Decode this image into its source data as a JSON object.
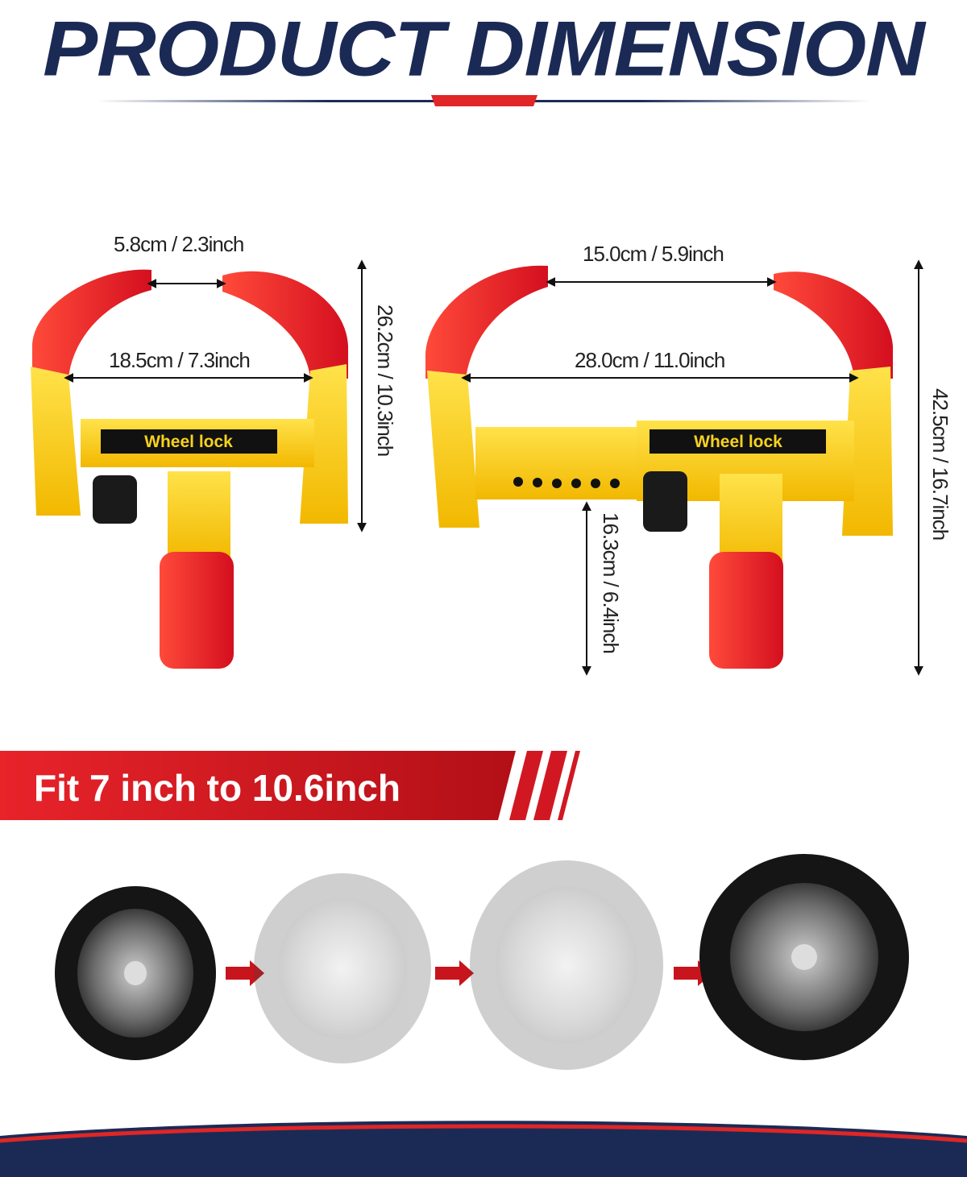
{
  "header": {
    "title": "PRODUCT DIMENSION"
  },
  "small_lock": {
    "label": "Wheel lock",
    "gap": "5.8cm / 2.3inch",
    "inner_width": "18.5cm / 7.3inch",
    "height": "26.2cm / 10.3inch"
  },
  "large_lock": {
    "label": "Wheel lock",
    "gap": "15.0cm / 5.9inch",
    "inner_width": "28.0cm / 11.0inch",
    "height": "42.5cm / 16.7inch",
    "handle_length": "16.3cm / 6.4inch"
  },
  "banner": {
    "text": "Fit 7 inch to 10.6inch"
  },
  "tires": [
    "tire-small",
    "tire-medium-faded",
    "tire-large-faded",
    "tire-largest"
  ],
  "colors": {
    "navy": "#1b2a55",
    "red": "#e02626",
    "yellow": "#f7d21e",
    "banner_red": "#c8141c"
  }
}
